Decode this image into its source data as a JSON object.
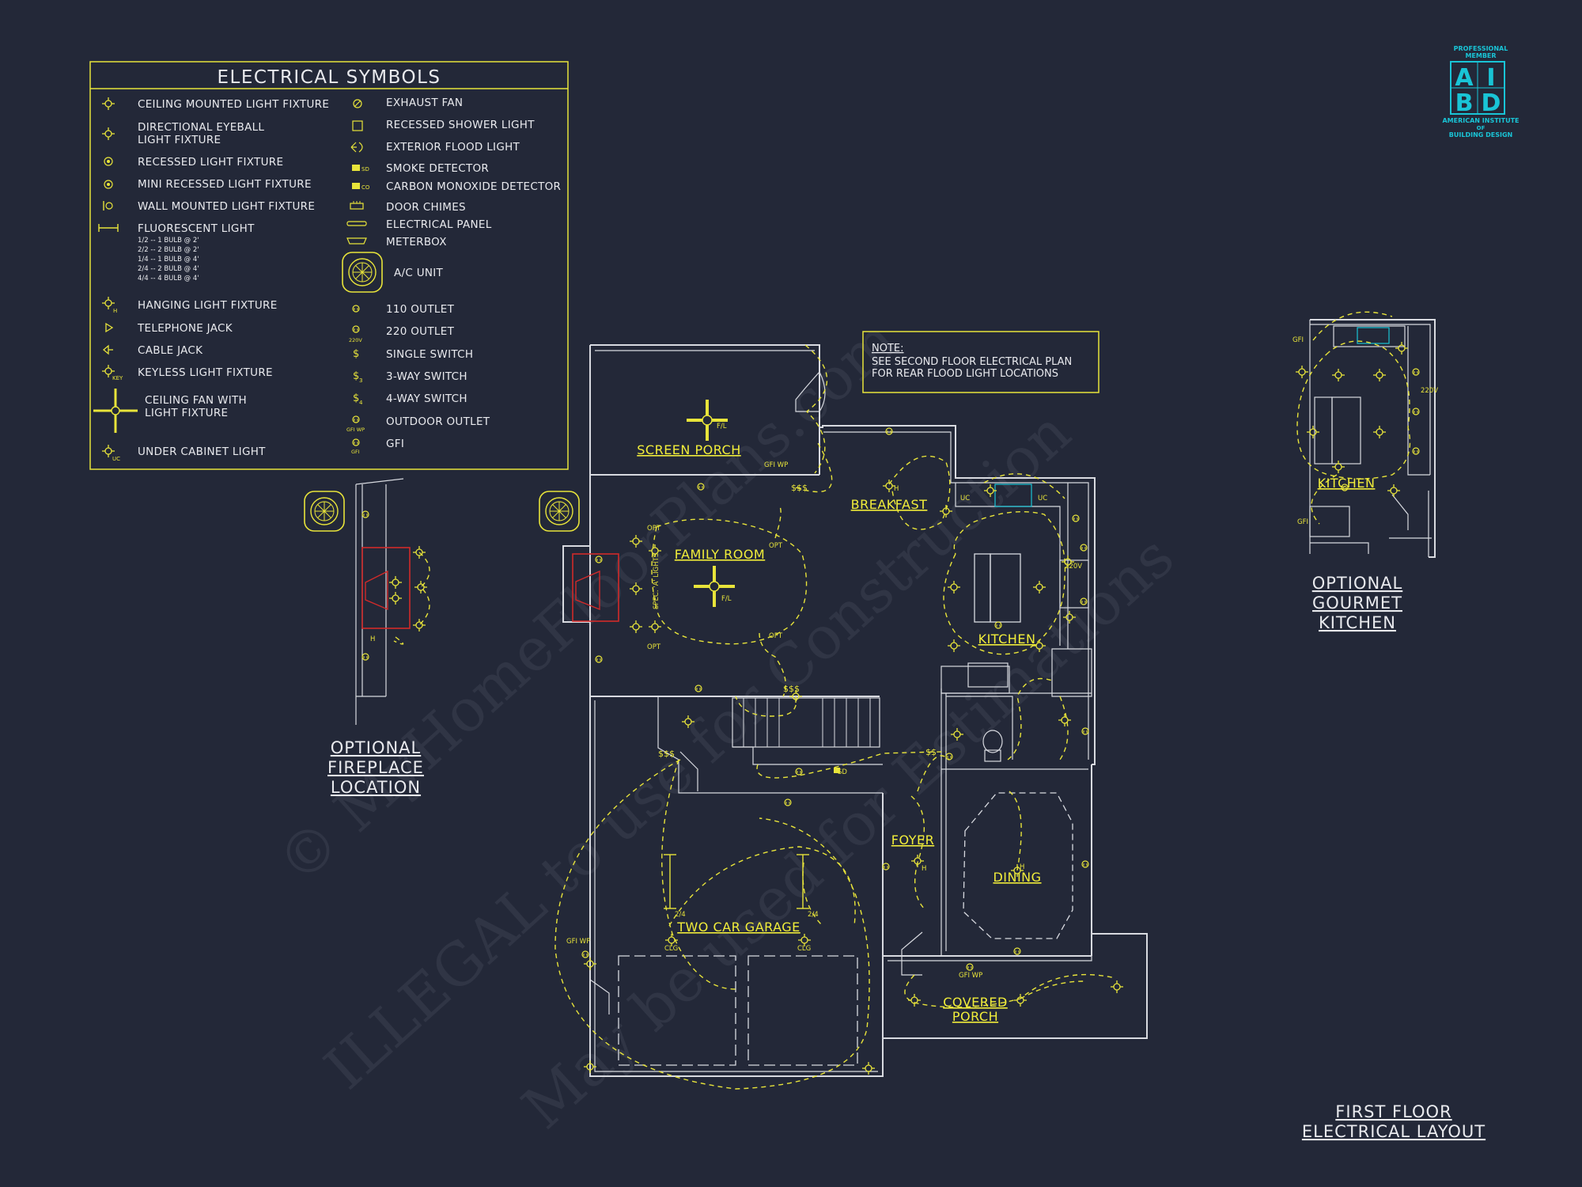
{
  "legend": {
    "title": "ELECTRICAL SYMBOLS",
    "left_items": [
      {
        "label": "CEILING MOUNTED LIGHT FIXTURE",
        "icon": "ceiling-light-icon"
      },
      {
        "label": "DIRECTIONAL EYEBALL",
        "label2": "LIGHT FIXTURE",
        "icon": "eyeball-light-icon"
      },
      {
        "label": "RECESSED LIGHT FIXTURE",
        "icon": "recessed-light-icon"
      },
      {
        "label": "MINI RECESSED LIGHT FIXTURE",
        "icon": "mini-recessed-light-icon"
      },
      {
        "label": "WALL MOUNTED LIGHT FIXTURE",
        "icon": "wall-light-icon"
      },
      {
        "label": "FLUORESCENT LIGHT",
        "icon": "fluorescent-light-icon"
      },
      {
        "label": "HANGING LIGHT FIXTURE",
        "icon": "hanging-light-icon"
      },
      {
        "label": "TELEPHONE JACK",
        "icon": "telephone-jack-icon"
      },
      {
        "label": "CABLE JACK",
        "icon": "cable-jack-icon"
      },
      {
        "label": "KEYLESS LIGHT FIXTURE",
        "icon": "keyless-light-icon"
      },
      {
        "label": "CEILING FAN WITH",
        "label2": "LIGHT FIXTURE",
        "icon": "ceiling-fan-icon"
      },
      {
        "label": "UNDER CABINET LIGHT",
        "icon": "under-cabinet-light-icon"
      }
    ],
    "fluorescent_notes": [
      "1/2 -- 1 BULB @ 2'",
      "2/2 -- 2 BULB @ 2'",
      "1/4 -- 1 BULB @ 4'",
      "2/4 -- 2 BULB @ 4'",
      "4/4 -- 4 BULB @ 4'"
    ],
    "right_items": [
      {
        "label": "EXHAUST FAN",
        "icon": "exhaust-fan-icon"
      },
      {
        "label": "RECESSED SHOWER LIGHT",
        "icon": "shower-light-icon"
      },
      {
        "label": "EXTERIOR FLOOD LIGHT",
        "icon": "flood-light-icon"
      },
      {
        "label": "SMOKE DETECTOR",
        "icon": "smoke-detector-icon"
      },
      {
        "label": "CARBON MONOXIDE DETECTOR",
        "icon": "co-detector-icon"
      },
      {
        "label": "DOOR CHIMES",
        "icon": "door-chimes-icon"
      },
      {
        "label": "ELECTRICAL PANEL",
        "icon": "electrical-panel-icon"
      },
      {
        "label": "METERBOX",
        "icon": "meterbox-icon"
      },
      {
        "label": "A/C UNIT",
        "icon": "ac-unit-icon"
      },
      {
        "label": "110 OUTLET",
        "icon": "outlet-110-icon"
      },
      {
        "label": "220 OUTLET",
        "icon": "outlet-220-icon"
      },
      {
        "label": "SINGLE SWITCH",
        "icon": "single-switch-icon"
      },
      {
        "label": "3-WAY SWITCH",
        "icon": "three-way-switch-icon"
      },
      {
        "label": "4-WAY SWITCH",
        "icon": "four-way-switch-icon"
      },
      {
        "label": "OUTDOOR OUTLET",
        "icon": "outdoor-outlet-icon"
      },
      {
        "label": "GFI",
        "icon": "gfi-icon"
      }
    ],
    "symbol_codes": {
      "sd": "SD",
      "co": "CO",
      "key": "KEY",
      "h": "H",
      "uc": "UC",
      "v220": "220V",
      "gfi_wp": "GFI WP",
      "gfi": "GFI"
    }
  },
  "logo": {
    "top": "PROFESSIONAL",
    "top2": "MEMBER",
    "letters": [
      "A",
      "I",
      "B",
      "D"
    ],
    "bottom": "AMERICAN INSTITUTE",
    "bottom2": "OF",
    "bottom3": "BUILDING DESIGN",
    "accent": "#19c4d6"
  },
  "note": {
    "title": "NOTE:",
    "line1": "SEE SECOND FLOOR ELECTRICAL PLAN",
    "line2": "FOR REAR FLOOD LIGHT LOCATIONS"
  },
  "rooms": {
    "screen_porch": "SCREEN PORCH",
    "breakfast": "BREAKFAST",
    "family_room": "FAMILY ROOM",
    "kitchen": "KITCHEN",
    "foyer": "FOYER",
    "dining": "DINING",
    "two_car_garage": "TWO CAR GARAGE",
    "covered": "COVERED",
    "porch": "PORCH",
    "opt_kitchen": "KITCHEN"
  },
  "annotations": {
    "fl": "F/L",
    "opt": "OPT",
    "h": "H",
    "clg": "CLG",
    "fl_24": "2/4",
    "gfi": "GFI",
    "gfi_wp": "GFI WP",
    "switch3": "$$$",
    "switch2": "$$",
    "sd": "SD",
    "uc": "UC",
    "v220": "220V",
    "fp_note": "SPEC. 'A' LIGHTS"
  },
  "captions": {
    "fireplace": [
      "OPTIONAL",
      "FIREPLACE",
      "LOCATION"
    ],
    "gourmet": [
      "OPTIONAL",
      "GOURMET",
      "KITCHEN"
    ],
    "sheet": [
      "FIRST FLOOR",
      "ELECTRICAL LAYOUT"
    ]
  },
  "watermark": {
    "line1": "© MyHomeFloorPlans.com",
    "line2": "ILLEGAL to use for Construction",
    "line3": "May be used for Estimations"
  },
  "colors": {
    "background": "#232838",
    "wiring": "#e8e43a",
    "walls": "#d8dae0",
    "fireplace": "#d02a2a"
  }
}
